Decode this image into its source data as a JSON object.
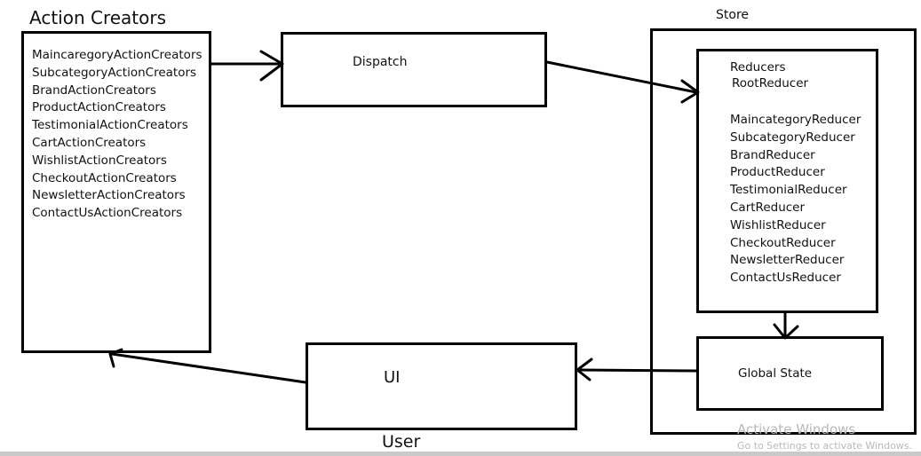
{
  "action_creators": {
    "title": "Action Creators",
    "items": [
      "MaincaregoryActionCreators",
      "SubcategoryActionCreators",
      "BrandActionCreators",
      "ProductActionCreators",
      "TestimonialActionCreators",
      "CartActionCreators",
      "WishlistActionCreators",
      "CheckoutActionCreators",
      "NewsletterActionCreators",
      "ContactUsActionCreators"
    ]
  },
  "dispatch": {
    "label": "Dispatch"
  },
  "store": {
    "label": "Store",
    "reducers": {
      "heading": "Reducers",
      "root": "RootReducer",
      "items": [
        "MaincategoryReducer",
        "SubcategoryReducer",
        "BrandReducer",
        "ProductReducer",
        "TestimonialReducer",
        "CartReducer",
        "WishlistReducer",
        "CheckoutReducer",
        "NewsletterReducer",
        "ContactUsReducer"
      ]
    },
    "global_state": {
      "label": "Global State"
    }
  },
  "ui": {
    "label": "UI",
    "caption": "User"
  },
  "watermark": {
    "line1": "Activate Windows",
    "line2": "Go to Settings to activate Windows."
  }
}
